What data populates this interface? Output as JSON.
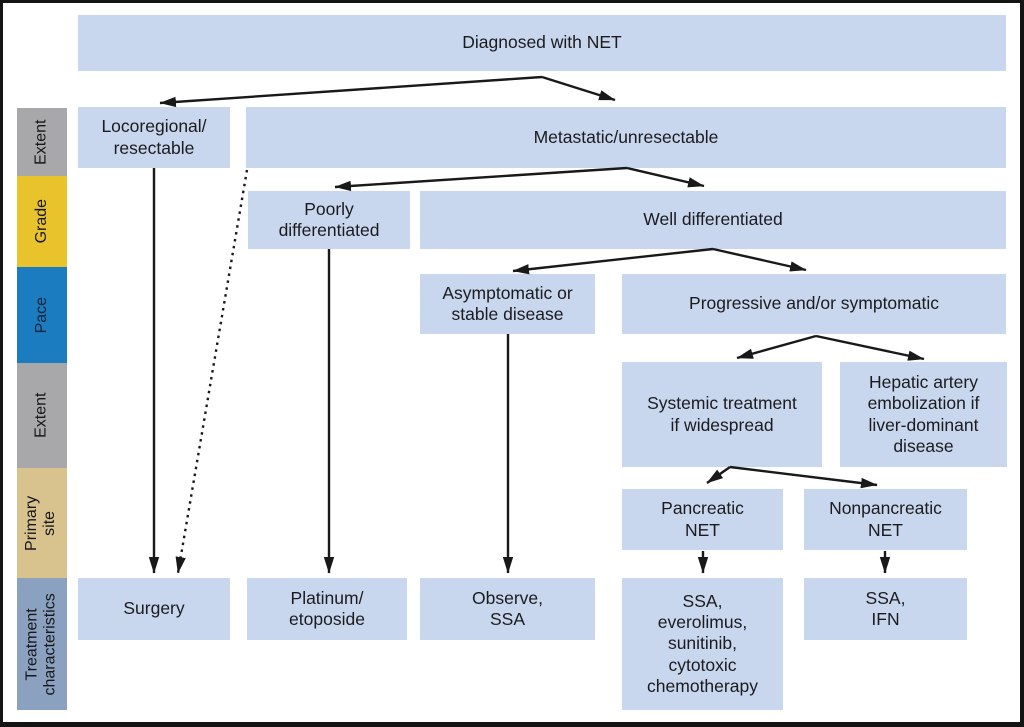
{
  "sidebar": {
    "items": [
      {
        "label": "Extent",
        "color": "#a8a8ab"
      },
      {
        "label": "Grade",
        "color": "#e8c32b"
      },
      {
        "label": "Pace",
        "color": "#1c7cc0"
      },
      {
        "label": "Extent",
        "color": "#a8a8ab"
      },
      {
        "label": "Primary site",
        "color": "#d8c28e"
      },
      {
        "label": "Treatment\ncharacteristics",
        "color": "#8aa2c0"
      }
    ]
  },
  "flowchart": {
    "box_fill": "#c8d7ed",
    "text_color": "#1b1b20",
    "line_color": "#191919",
    "nodes": {
      "diagnosed": {
        "label": "Diagnosed with NET"
      },
      "locoregional": {
        "label": "Locoregional/\nresectable"
      },
      "metastatic": {
        "label": "Metastatic/unresectable"
      },
      "poorly_differentiated": {
        "label": "Poorly\ndifferentiated"
      },
      "well_differentiated": {
        "label": "Well differentiated"
      },
      "asymptomatic": {
        "label": "Asymptomatic or\nstable disease"
      },
      "progressive": {
        "label": "Progressive and/or symptomatic"
      },
      "systemic": {
        "label": "Systemic treatment\nif widespread"
      },
      "hepatic": {
        "label": "Hepatic artery\nembolization if\nliver-dominant\ndisease"
      },
      "pancreatic": {
        "label": "Pancreatic\nNET"
      },
      "nonpancreatic": {
        "label": "Nonpancreatic\nNET"
      },
      "surgery": {
        "label": "Surgery"
      },
      "platinum": {
        "label": "Platinum/\netoposide"
      },
      "observe": {
        "label": "Observe,\nSSA"
      },
      "ssa_everolimus": {
        "label": "SSA,\neverolimus,\nsunitinib,\ncytotoxic\nchemotherapy"
      },
      "ssa_ifn": {
        "label": "SSA,\nIFN"
      }
    },
    "edges": [
      {
        "from": "diagnosed",
        "to": "locoregional",
        "style": "solid"
      },
      {
        "from": "diagnosed",
        "to": "metastatic",
        "style": "solid"
      },
      {
        "from": "metastatic",
        "to": "poorly_differentiated",
        "style": "solid"
      },
      {
        "from": "metastatic",
        "to": "well_differentiated",
        "style": "solid"
      },
      {
        "from": "metastatic",
        "to": "surgery",
        "style": "dotted"
      },
      {
        "from": "locoregional",
        "to": "surgery",
        "style": "solid"
      },
      {
        "from": "poorly_differentiated",
        "to": "platinum",
        "style": "solid"
      },
      {
        "from": "well_differentiated",
        "to": "asymptomatic",
        "style": "solid"
      },
      {
        "from": "well_differentiated",
        "to": "progressive",
        "style": "solid"
      },
      {
        "from": "asymptomatic",
        "to": "observe",
        "style": "solid"
      },
      {
        "from": "progressive",
        "to": "systemic",
        "style": "solid"
      },
      {
        "from": "progressive",
        "to": "hepatic",
        "style": "solid"
      },
      {
        "from": "systemic",
        "to": "pancreatic",
        "style": "solid"
      },
      {
        "from": "systemic",
        "to": "nonpancreatic",
        "style": "solid"
      },
      {
        "from": "pancreatic",
        "to": "ssa_everolimus",
        "style": "solid"
      },
      {
        "from": "nonpancreatic",
        "to": "ssa_ifn",
        "style": "solid"
      }
    ]
  }
}
